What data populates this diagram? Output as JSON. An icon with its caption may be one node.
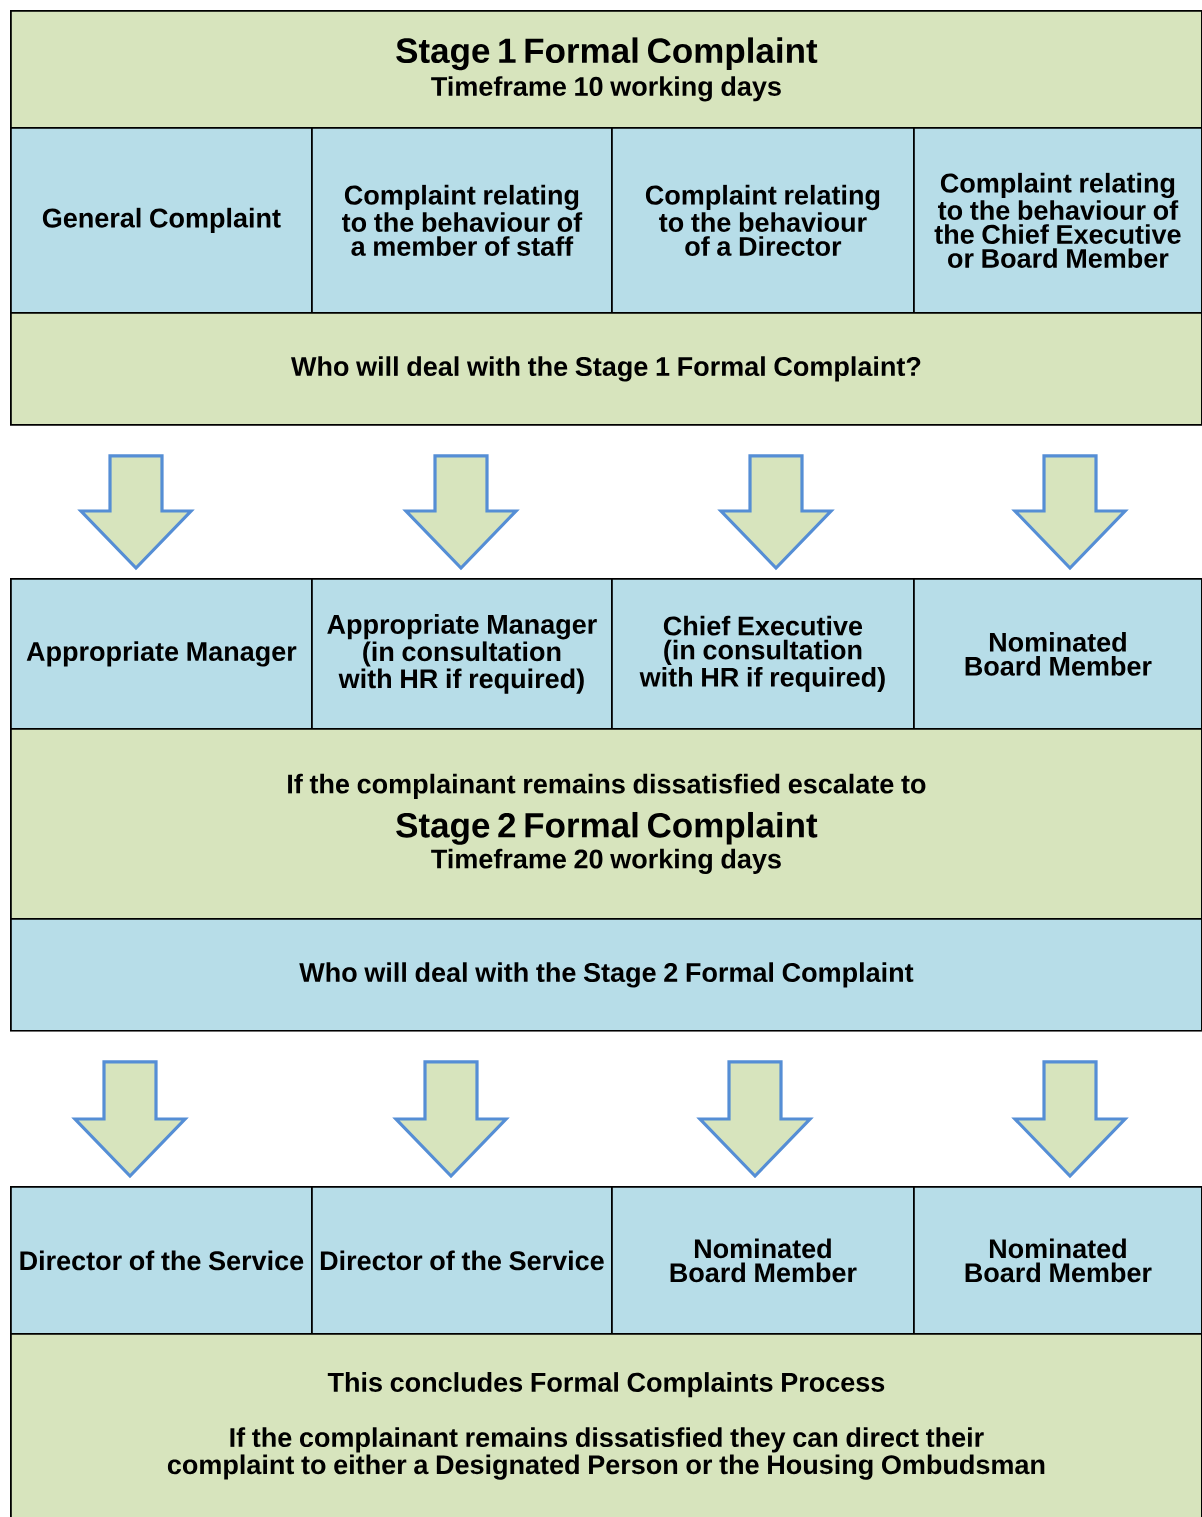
{
  "diagram": {
    "nodes": [
      {
        "text": [
          "Stage 1 Formal Complaint",
          "Timeframe 10 working days"
        ]
      },
      {
        "text": [
          "General Complaint"
        ]
      },
      {
        "text": [
          "Complaint relating to the behaviour of a member of staff"
        ]
      },
      {
        "text": [
          "Complaint relating to the behaviour of a Director"
        ]
      },
      {
        "text": [
          "Complaint relating to the behaviour of the Chief Executive or Board Member"
        ]
      },
      {
        "text": [
          "Who will deal with the Stage 1 Formal Complaint?"
        ]
      },
      {
        "text": [
          "Appropriate Manager"
        ]
      },
      {
        "text": [
          "Appropriate Manager (in consultation with HR if required)"
        ]
      },
      {
        "text": [
          "Chief Executive (in consultation with HR if required)"
        ]
      },
      {
        "text": [
          "Nominated Board Member"
        ]
      },
      {
        "text": [
          "If the complainant remains dissatisfied escalate to",
          "Stage 2 Formal Complaint",
          "Timeframe 20 working days"
        ]
      },
      {
        "text": [
          "Who will deal with the Stage 2 Formal Complaint"
        ]
      },
      {
        "text": [
          "Director of the Service"
        ]
      },
      {
        "text": [
          "Director of the Service"
        ]
      },
      {
        "text": [
          "Nominated Board Member"
        ]
      },
      {
        "text": [
          "Nominated Board Member"
        ]
      },
      {
        "text": [
          "This concludes Formal Complaints Process",
          "If the complainant remains dissatisfied they can direct their complaint to either a Designated Person or the Housing Ombudsman"
        ]
      }
    ],
    "edges": [
      {
        "from": 5,
        "to": 6,
        "arrow": "to"
      },
      {
        "from": 5,
        "to": 7,
        "arrow": "to"
      },
      {
        "from": 5,
        "to": 8,
        "arrow": "to"
      },
      {
        "from": 5,
        "to": 9,
        "arrow": "to"
      },
      {
        "from": 11,
        "to": 12,
        "arrow": "to"
      },
      {
        "from": 11,
        "to": 13,
        "arrow": "to"
      },
      {
        "from": 11,
        "to": 14,
        "arrow": "to"
      },
      {
        "from": 11,
        "to": 15,
        "arrow": "to"
      }
    ]
  }
}
